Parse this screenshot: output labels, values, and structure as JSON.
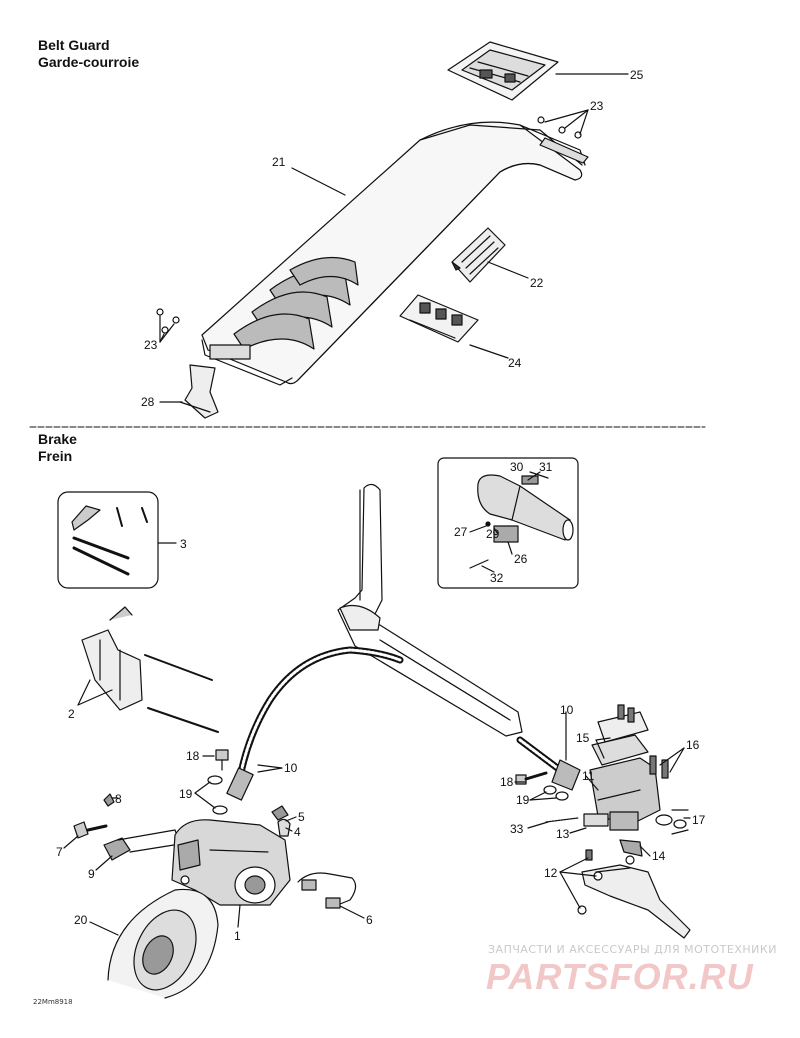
{
  "sections": {
    "belt_guard": {
      "title_en": "Belt Guard",
      "title_fr": "Garde-courroie"
    },
    "brake": {
      "title_en": "Brake",
      "title_fr": "Frein"
    }
  },
  "callouts": {
    "c25": "25",
    "c23a": "23",
    "c21": "21",
    "c22": "22",
    "c23b": "23",
    "c24": "24",
    "c28": "28",
    "c30": "30",
    "c31": "31",
    "c27": "27",
    "c29": "29",
    "c26": "26",
    "c32": "32",
    "c3": "3",
    "c2": "2",
    "c10a": "10",
    "c18a": "18",
    "c19a": "19",
    "c8": "8",
    "c5": "5",
    "c4": "4",
    "c7": "7",
    "c9": "9",
    "c1": "1",
    "c6": "6",
    "c20": "20",
    "c10b": "10",
    "c15": "15",
    "c16": "16",
    "c11": "11",
    "c18b": "18",
    "c19b": "19",
    "c17": "17",
    "c33": "33",
    "c13": "13",
    "c14": "14",
    "c12": "12"
  },
  "diagram_ref": "22Mm8918",
  "watermark": {
    "line1": "ЗАПЧАСТИ И АКСЕССУАРЫ ДЛЯ МОТОТЕХНИКИ",
    "line2": "PARTSFOR.RU"
  }
}
